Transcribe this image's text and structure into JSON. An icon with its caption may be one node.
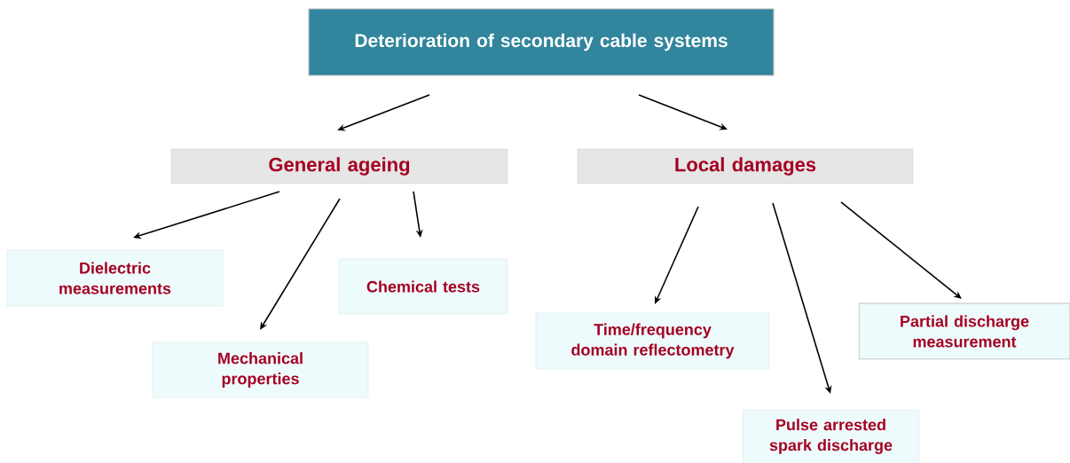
{
  "diagram": {
    "nodes": [
      {
        "text": [
          "Deterioration of secondary cable systems"
        ]
      },
      {
        "text": [
          "General ageing"
        ]
      },
      {
        "text": [
          "Local damages"
        ]
      },
      {
        "text": [
          "Dielectric measurements"
        ]
      },
      {
        "text": [
          "Mechanical properties"
        ]
      },
      {
        "text": [
          "Chemical tests"
        ]
      },
      {
        "text": [
          "Time/frequency domain reflectometry"
        ]
      },
      {
        "text": [
          "Pulse arrested spark discharge"
        ]
      },
      {
        "text": [
          "Partial discharge measurement"
        ]
      }
    ],
    "edges": [
      {
        "from": 0,
        "to": 1,
        "arrow": "to"
      },
      {
        "from": 0,
        "to": 2,
        "arrow": "to"
      },
      {
        "from": 1,
        "to": 3,
        "arrow": "to"
      },
      {
        "from": 1,
        "to": 4,
        "arrow": "to"
      },
      {
        "from": 1,
        "to": 5,
        "arrow": "to"
      },
      {
        "from": 2,
        "to": 6,
        "arrow": "to"
      },
      {
        "from": 2,
        "to": 7,
        "arrow": "to"
      },
      {
        "from": 2,
        "to": 8,
        "arrow": "to"
      }
    ]
  }
}
